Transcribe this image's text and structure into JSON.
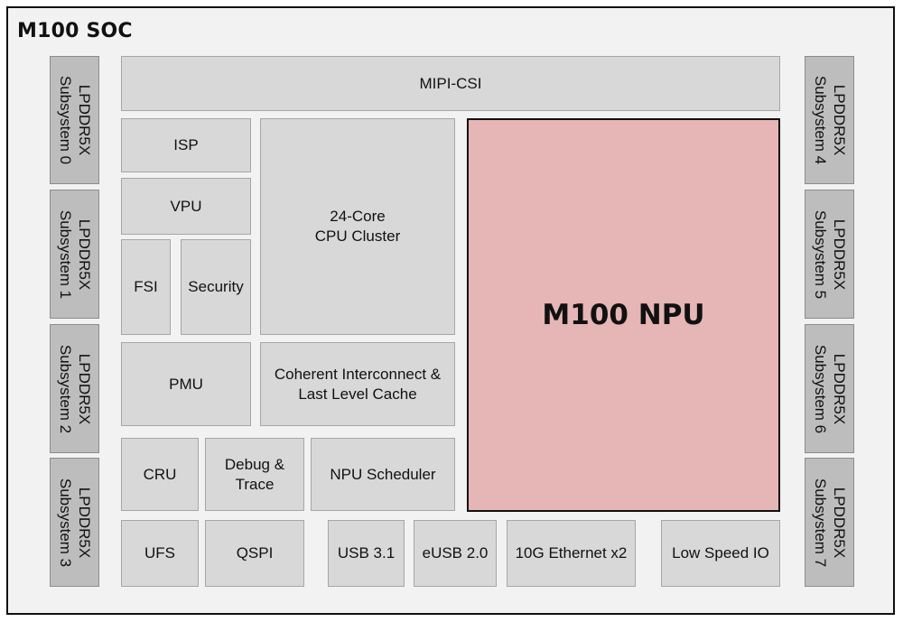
{
  "soc_title": "M100 SOC",
  "colors": {
    "npu_fill": "#e6b5b5",
    "block_fill": "#d8d8d8",
    "memory_fill": "#bdbdbd",
    "chip_fill": "#f2f2f2"
  },
  "left_memory": [
    {
      "label": "LPDDR5X\nSubsystem 0"
    },
    {
      "label": "LPDDR5X\nSubsystem 1"
    },
    {
      "label": "LPDDR5X\nSubsystem 2"
    },
    {
      "label": "LPDDR5X\nSubsystem 3"
    }
  ],
  "right_memory": [
    {
      "label": "LPDDR5X\nSubsystem 4"
    },
    {
      "label": "LPDDR5X\nSubsystem 5"
    },
    {
      "label": "LPDDR5X\nSubsystem 6"
    },
    {
      "label": "LPDDR5X\nSubsystem 7"
    }
  ],
  "blocks": {
    "mipi_csi": "MIPI-CSI",
    "isp": "ISP",
    "vpu": "VPU",
    "fsi": "FSI",
    "security": "Security",
    "cpu_cluster": "24-Core\nCPU Cluster",
    "pmu": "PMU",
    "coherent_interconnect": "Coherent Interconnect &\nLast Level Cache",
    "cru": "CRU",
    "debug_trace": "Debug &\nTrace",
    "npu_scheduler": "NPU Scheduler",
    "ufs": "UFS",
    "qspi": "QSPI",
    "usb": "USB 3.1",
    "eusb": "eUSB 2.0",
    "ethernet": "10G Ethernet x2",
    "low_speed_io": "Low Speed IO"
  },
  "npu_label": "M100 NPU"
}
